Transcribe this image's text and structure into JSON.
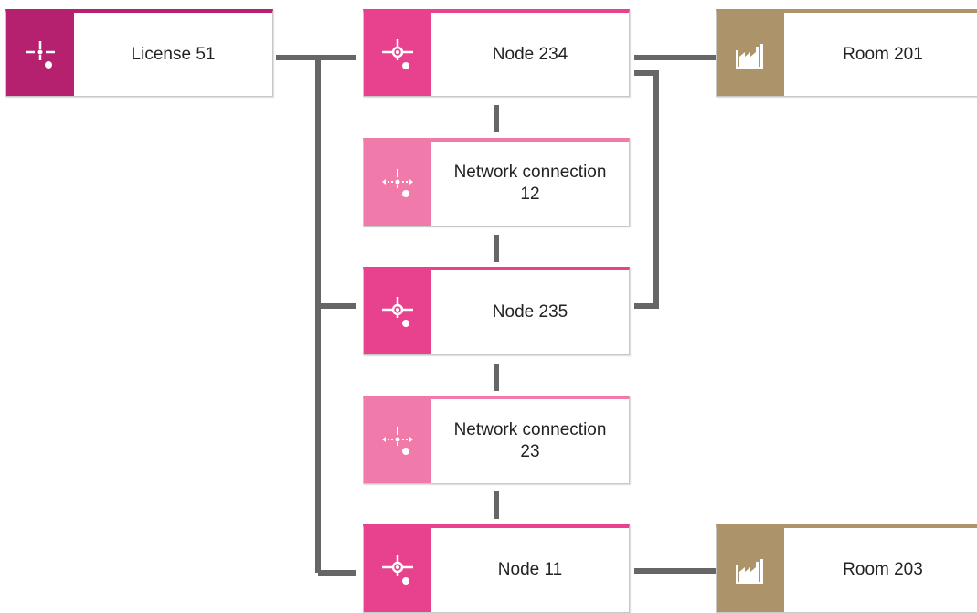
{
  "colors": {
    "license": "#b5206f",
    "node": "#e8418d",
    "network_connection": "#f07bab",
    "room": "#ad9369",
    "connector": "#666666",
    "label": "#222222"
  },
  "nodes": {
    "license_51": {
      "label": "License 51",
      "type": "license",
      "icon": "license-icon"
    },
    "node_234": {
      "label": "Node 234",
      "type": "node",
      "icon": "node-icon"
    },
    "room_201": {
      "label": "Room 201",
      "type": "room",
      "icon": "factory-icon"
    },
    "network_connection_12": {
      "label_line1": "Network connection",
      "label_line2": "12",
      "type": "network_connection",
      "icon": "network-connection-icon"
    },
    "node_235": {
      "label": "Node 235",
      "type": "node",
      "icon": "node-icon"
    },
    "network_connection_23": {
      "label_line1": "Network connection",
      "label_line2": "23",
      "type": "network_connection",
      "icon": "network-connection-icon"
    },
    "node_11": {
      "label": "Node 11",
      "type": "node",
      "icon": "node-icon"
    },
    "room_203": {
      "label": "Room 203",
      "type": "room",
      "icon": "factory-icon"
    }
  }
}
